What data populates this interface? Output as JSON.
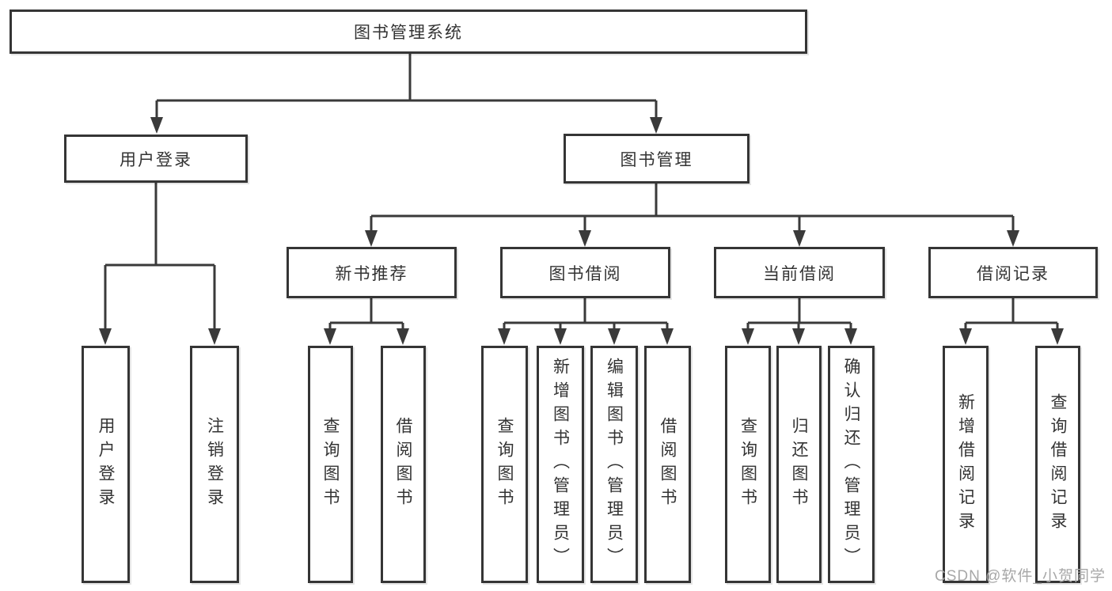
{
  "colors": {
    "line": "#3a3a3a",
    "box_border": "#353535",
    "text": "#333333",
    "background": "#ffffff",
    "watermark": "#a8a8a8"
  },
  "watermark": {
    "text": "CSDN @软件_小贺同学"
  },
  "tree": {
    "root": {
      "label": "图书管理系统"
    },
    "branches": [
      {
        "label": "用户登录",
        "children": [
          {
            "label": "用户登录"
          },
          {
            "label": "注销登录"
          }
        ]
      },
      {
        "label": "图书管理",
        "children": [
          {
            "label": "新书推荐",
            "children": [
              {
                "label": "查询图书"
              },
              {
                "label": "借阅图书"
              }
            ]
          },
          {
            "label": "图书借阅",
            "children": [
              {
                "label": "查询图书"
              },
              {
                "label": "新增图书（管理员）"
              },
              {
                "label": "编辑图书（管理员）"
              },
              {
                "label": "借阅图书"
              }
            ]
          },
          {
            "label": "当前借阅",
            "children": [
              {
                "label": "查询图书"
              },
              {
                "label": "归还图书"
              },
              {
                "label": "确认归还（管理员）"
              }
            ]
          },
          {
            "label": "借阅记录",
            "children": [
              {
                "label": "新增借阅记录"
              },
              {
                "label": "查询借阅记录"
              }
            ]
          }
        ]
      }
    ]
  }
}
